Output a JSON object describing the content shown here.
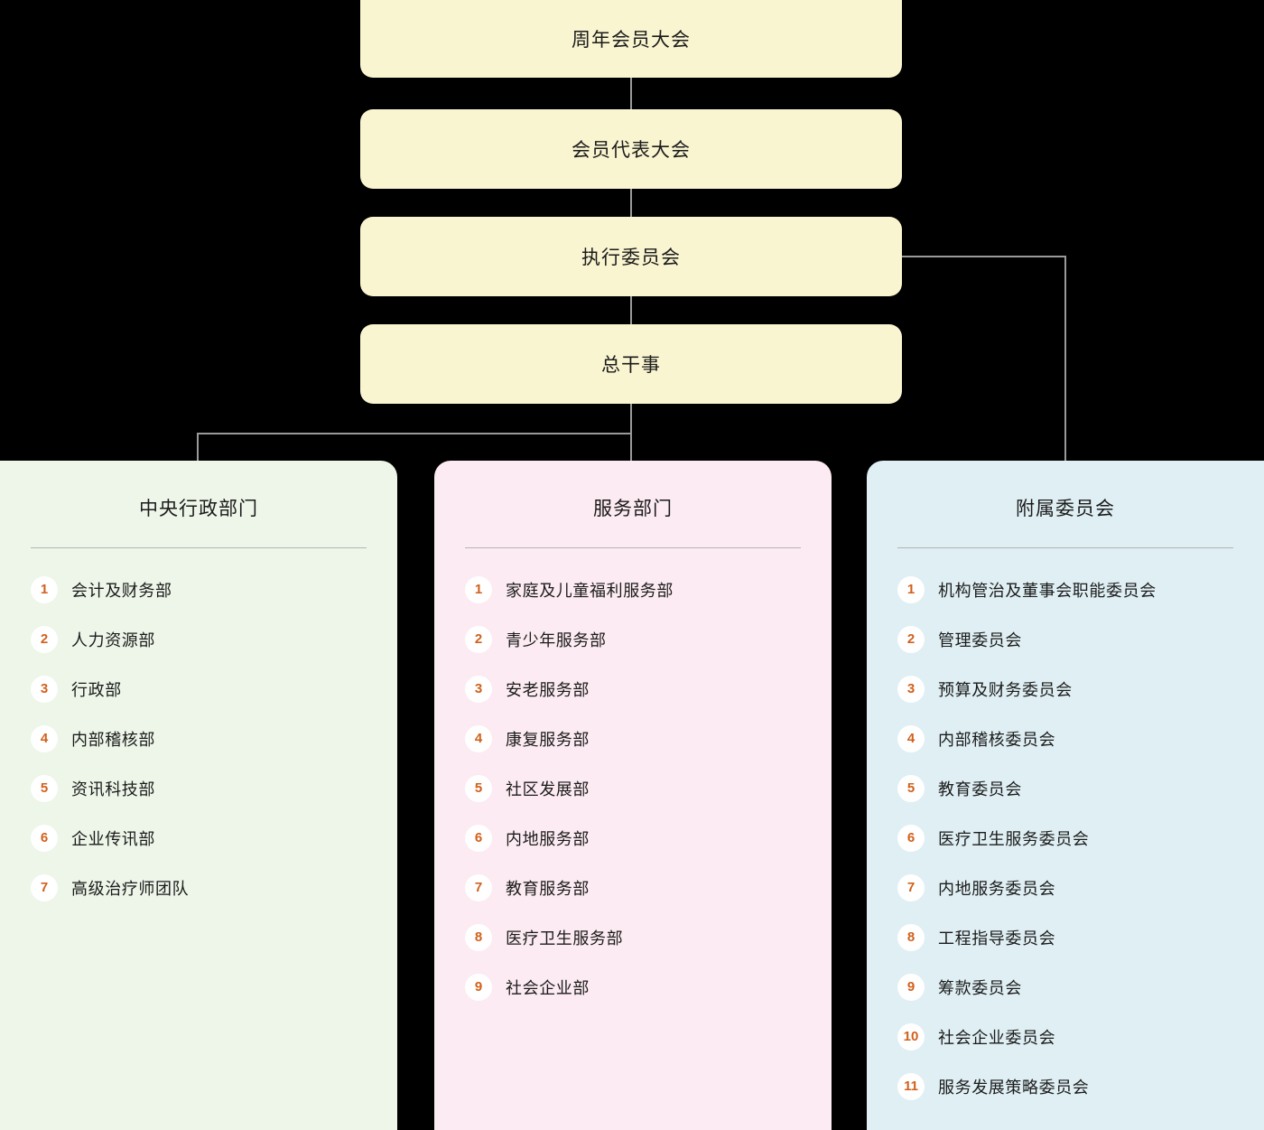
{
  "hierarchy": {
    "annual_general_meeting": "周年会员大会",
    "delegate_assembly": "会员代表大会",
    "executive_committee": "执行委员会",
    "director_general": "总干事"
  },
  "colors": {
    "top_box_bg": "#FAF5D1",
    "central_card_bg": "#EDF6E8",
    "service_card_bg": "#FCEBF2",
    "subcommittee_card_bg": "#DFEFF4",
    "badge_number": "#D1601B",
    "connector_line": "#9A9A9A",
    "page_bg": "#000000"
  },
  "columns": {
    "central": {
      "title": "中央行政部门",
      "items": [
        {
          "num": "1",
          "label": "会计及财务部"
        },
        {
          "num": "2",
          "label": "人力资源部"
        },
        {
          "num": "3",
          "label": "行政部"
        },
        {
          "num": "4",
          "label": "内部稽核部"
        },
        {
          "num": "5",
          "label": "资讯科技部"
        },
        {
          "num": "6",
          "label": "企业传讯部"
        },
        {
          "num": "7",
          "label": "高级治疗师团队"
        }
      ]
    },
    "service": {
      "title": "服务部门",
      "items": [
        {
          "num": "1",
          "label": "家庭及儿童福利服务部"
        },
        {
          "num": "2",
          "label": "青少年服务部"
        },
        {
          "num": "3",
          "label": "安老服务部"
        },
        {
          "num": "4",
          "label": "康复服务部"
        },
        {
          "num": "5",
          "label": "社区发展部"
        },
        {
          "num": "6",
          "label": "内地服务部"
        },
        {
          "num": "7",
          "label": "教育服务部"
        },
        {
          "num": "8",
          "label": "医疗卫生服务部"
        },
        {
          "num": "9",
          "label": "社会企业部"
        }
      ]
    },
    "subcommittee": {
      "title": "附属委员会",
      "items": [
        {
          "num": "1",
          "label": "机构管治及董事会职能委员会"
        },
        {
          "num": "2",
          "label": "管理委员会"
        },
        {
          "num": "3",
          "label": "预算及财务委员会"
        },
        {
          "num": "4",
          "label": "内部稽核委员会"
        },
        {
          "num": "5",
          "label": "教育委员会"
        },
        {
          "num": "6",
          "label": "医疗卫生服务委员会"
        },
        {
          "num": "7",
          "label": "内地服务委员会"
        },
        {
          "num": "8",
          "label": "工程指导委员会"
        },
        {
          "num": "9",
          "label": "筹款委员会"
        },
        {
          "num": "10",
          "label": "社会企业委员会"
        },
        {
          "num": "11",
          "label": "服务发展策略委员会"
        }
      ]
    }
  }
}
